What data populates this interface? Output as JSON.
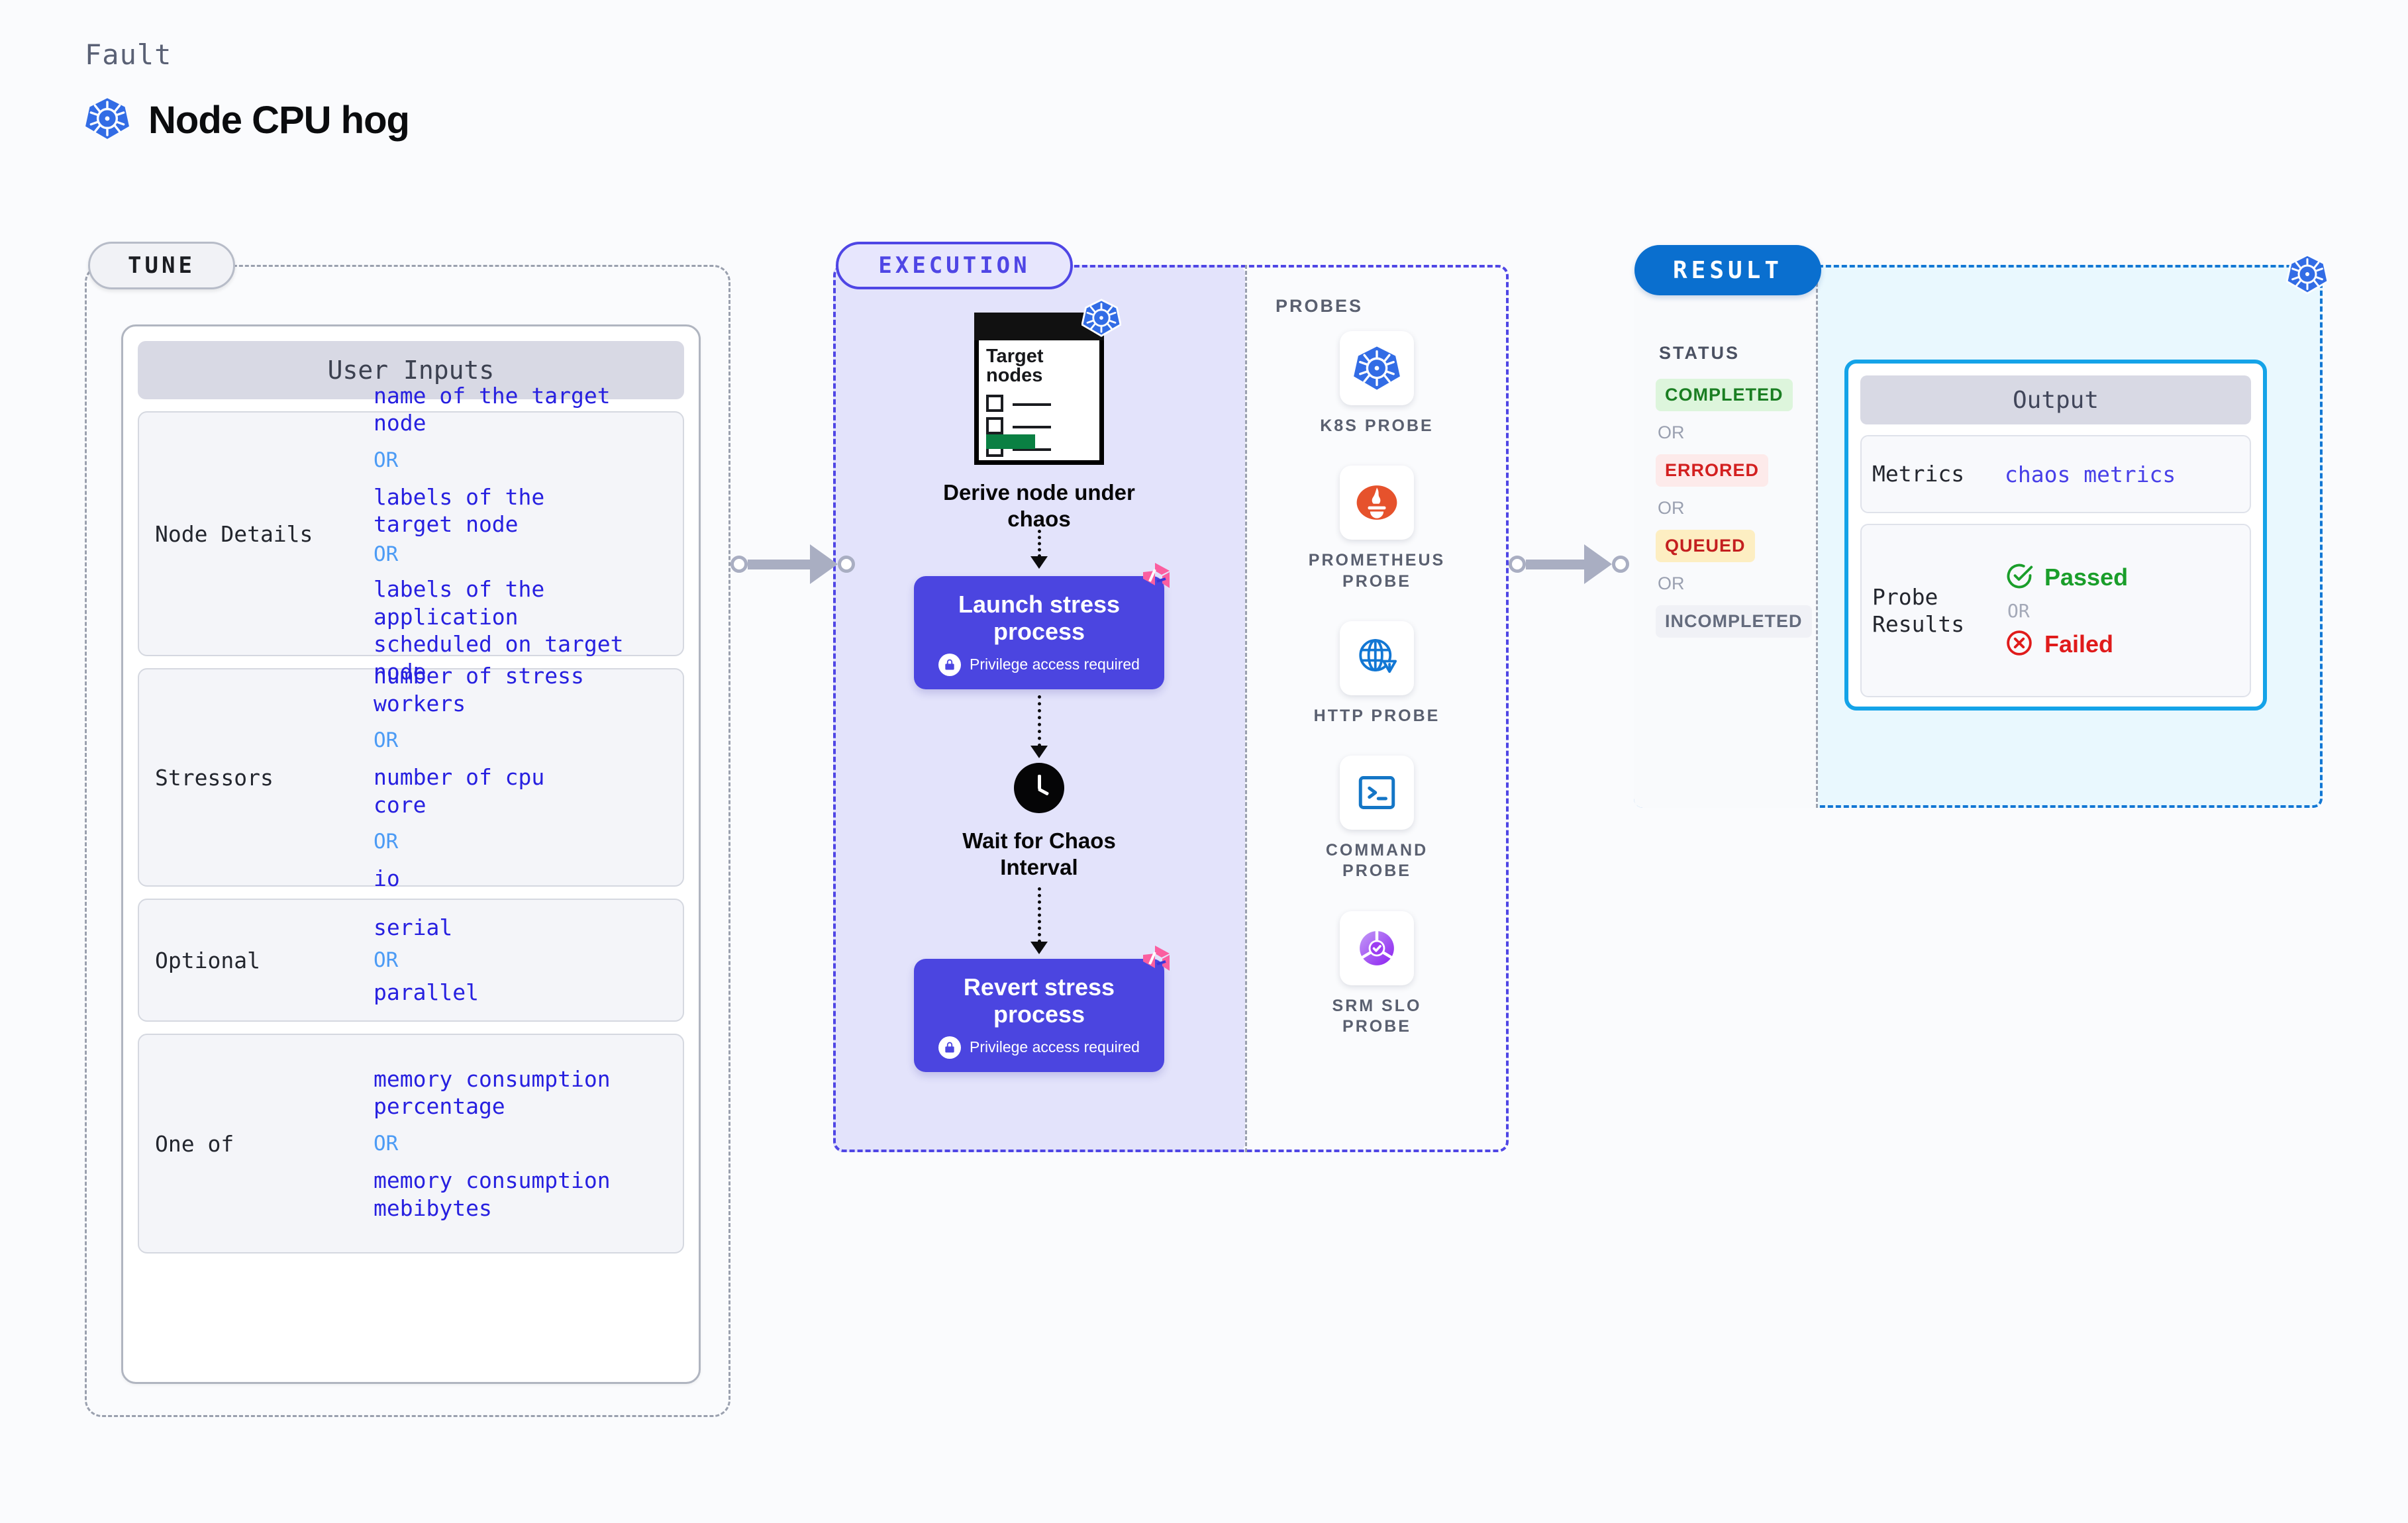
{
  "header": {
    "kicker": "Fault",
    "title": "Node CPU hog",
    "icon": "kubernetes-icon"
  },
  "tune": {
    "badge": "TUNE",
    "card_title": "User Inputs",
    "rows": [
      {
        "label": "Node Details",
        "values": [
          "name of the target\nnode",
          "labels of the\ntarget node",
          "labels of the application\n scheduled on target node"
        ],
        "separator": "OR"
      },
      {
        "label": "Stressors",
        "values": [
          "number of stress\nworkers",
          "number of cpu\ncore",
          "io"
        ],
        "separator": "OR"
      },
      {
        "label": "Optional",
        "values": [
          "serial",
          "parallel"
        ],
        "separator": "OR"
      },
      {
        "label": "One of",
        "values": [
          "memory consumption\npercentage",
          "memory consumption\nmebibytes"
        ],
        "separator": "OR"
      }
    ]
  },
  "execution": {
    "badge": "EXECUTION",
    "steps": [
      {
        "name": "derive-node-under-chaos",
        "caption": "Derive node under\nchaos",
        "doc_title": "Target\nnodes",
        "icon": "kubernetes-icon"
      },
      {
        "name": "launch-stress-process",
        "title": "Launch stress\nprocess",
        "note": "Privilege access required",
        "icon": "lock-icon",
        "badge_icon": "litmus-icon"
      },
      {
        "name": "wait-for-chaos-interval",
        "caption": "Wait for Chaos\nInterval",
        "icon": "clock-icon"
      },
      {
        "name": "revert-stress-process",
        "title": "Revert stress\nprocess",
        "note": "Privilege access required",
        "icon": "lock-icon",
        "badge_icon": "litmus-icon"
      }
    ]
  },
  "probes": {
    "title": "PROBES",
    "items": [
      {
        "label": "K8S PROBE",
        "icon": "kubernetes-icon"
      },
      {
        "label": "PROMETHEUS\nPROBE",
        "icon": "prometheus-icon"
      },
      {
        "label": "HTTP PROBE",
        "icon": "globe-warning-icon"
      },
      {
        "label": "COMMAND\nPROBE",
        "icon": "terminal-icon"
      },
      {
        "label": "SRM SLO\nPROBE",
        "icon": "slo-gauge-icon"
      }
    ]
  },
  "result": {
    "badge": "RESULT",
    "status_title": "STATUS",
    "separator": "OR",
    "statuses": [
      {
        "label": "COMPLETED",
        "color": "#1a7e22",
        "bg": "#ddf5dc"
      },
      {
        "label": "ERRORED",
        "color": "#d32020",
        "bg": "#fdeaea"
      },
      {
        "label": "QUEUED",
        "color": "#c41f1f",
        "bg": "#fdeec2"
      },
      {
        "label": "INCOMPLETED",
        "color": "#646b7d",
        "bg": "#f0f1f6"
      }
    ],
    "output": {
      "title": "Output",
      "rows": [
        {
          "label": "Metrics",
          "value": "chaos metrics"
        },
        {
          "label": "Probe\nResults",
          "passed": "Passed",
          "failed": "Failed",
          "separator": "OR"
        }
      ]
    },
    "corner_icon": "kubernetes-icon"
  },
  "colors": {
    "accent_indigo": "#4f46e5",
    "accent_blue": "#0a6fcf",
    "accent_cyan": "#14a3e8",
    "link_blue": "#2720e0",
    "or_blue": "#4c9bf5",
    "pass_green": "#1a9e2a",
    "fail_red": "#e01b1b"
  }
}
